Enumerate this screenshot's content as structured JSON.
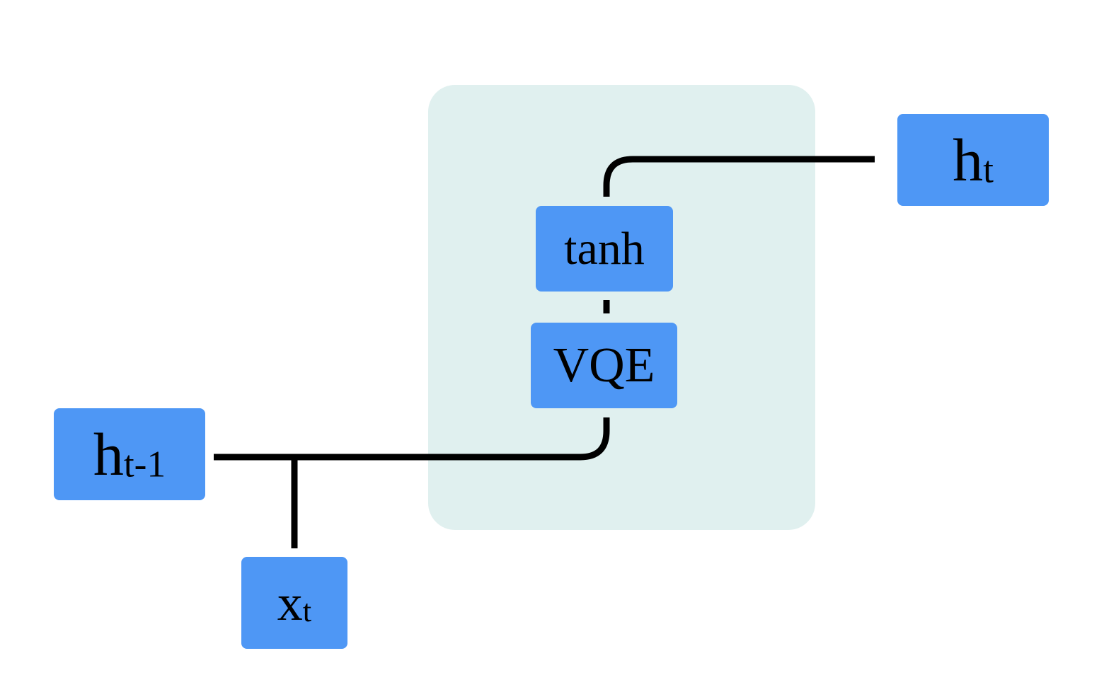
{
  "diagram": {
    "title": "",
    "colors": {
      "node_fill": "#4e97f5",
      "cell_background": "#e0f0ef",
      "edge": "#000000"
    },
    "nodes": {
      "h_prev": {
        "base": "h",
        "sub": "t-1"
      },
      "x_t": {
        "base": "x",
        "sub": "t"
      },
      "h_t": {
        "base": "h",
        "sub": "t"
      },
      "tanh": {
        "label": "tanh"
      },
      "vqe": {
        "label": "VQE"
      }
    },
    "edges": [
      {
        "from": "h_prev",
        "to": "vqe"
      },
      {
        "from": "x_t",
        "to": "h_prev-vqe-junction"
      },
      {
        "from": "vqe",
        "to": "tanh"
      },
      {
        "from": "tanh",
        "to": "h_t"
      }
    ]
  }
}
